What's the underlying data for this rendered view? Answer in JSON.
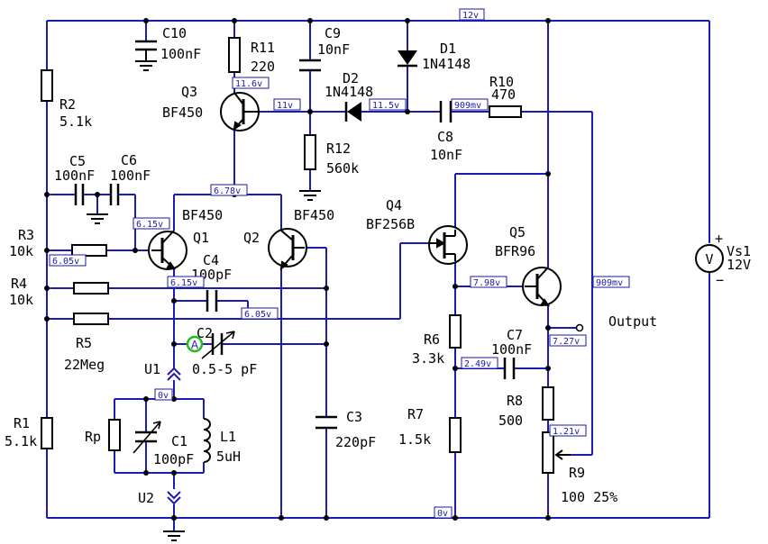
{
  "colors": {
    "wire": "#1a1ab4",
    "component": "#000000",
    "probe": "#22bb22",
    "voltage_box": "#1a1aa0"
  },
  "components": {
    "c10": {
      "name": "C10",
      "value": "100nF"
    },
    "r11": {
      "name": "R11",
      "value": "220"
    },
    "c9": {
      "name": "C9",
      "value": "10nF"
    },
    "d1": {
      "name": "D1",
      "value": "1N4148"
    },
    "d2": {
      "name": "D2",
      "value": "1N4148"
    },
    "r10": {
      "name": "R10",
      "value": "470"
    },
    "c8": {
      "name": "C8",
      "value": "10nF"
    },
    "r12": {
      "name": "R12",
      "value": "560k"
    },
    "q3": {
      "name": "Q3",
      "value": "BF450"
    },
    "r2": {
      "name": "R2",
      "value": "5.1k"
    },
    "c5": {
      "name": "C5",
      "value": "100nF"
    },
    "c6": {
      "name": "C6",
      "value": "100nF"
    },
    "q1": {
      "name": "Q1",
      "value": "BF450"
    },
    "q2": {
      "name": "Q2",
      "value": "BF450"
    },
    "q4": {
      "name": "Q4",
      "value": "BF256B"
    },
    "q5": {
      "name": "Q5",
      "value": "BFR96"
    },
    "r3": {
      "name": "R3",
      "value": "10k"
    },
    "r4": {
      "name": "R4",
      "value": "10k"
    },
    "r5": {
      "name": "R5",
      "value": "22Meg"
    },
    "c4": {
      "name": "C4",
      "value": "100pF"
    },
    "c2": {
      "name": "C2",
      "value": "0.5-5 pF"
    },
    "u1": {
      "name": "U1"
    },
    "u2": {
      "name": "U2"
    },
    "rp": {
      "name": "Rp"
    },
    "c1": {
      "name": "C1",
      "value": "100pF"
    },
    "l1": {
      "name": "L1",
      "value": "5uH"
    },
    "r1": {
      "name": "R1",
      "value": "5.1k"
    },
    "c3": {
      "name": "C3",
      "value": "220pF"
    },
    "r6": {
      "name": "R6",
      "value": "3.3k"
    },
    "r7": {
      "name": "R7",
      "value": "1.5k"
    },
    "c7": {
      "name": "C7",
      "value": "100nF"
    },
    "r8": {
      "name": "R8",
      "value": "500"
    },
    "r9": {
      "name": "R9",
      "value": "100 25%"
    },
    "vs1": {
      "name": "Vs1",
      "value": "12V",
      "plus": "+",
      "minus": "−"
    }
  },
  "output_label": "Output",
  "probe_label": "A",
  "voltmeter_symbol": "V",
  "voltages": {
    "v_12v": "12v",
    "v_11_6v": "11.6v",
    "v_11v": "11v",
    "v_11_5v": "11.5v",
    "v_909mv_top": "909mv",
    "v_6_78v": "6.78v",
    "v_6_15v_q1": "6.15v",
    "v_6_05v_r3": "6.05v",
    "v_6_15v_c4": "6.15v",
    "v_6_05v_c4": "6.05v",
    "v_0v_tank": "0v",
    "v_7_98v": "7.98v",
    "v_909mv_right": "909mv",
    "v_7_27v": "7.27v",
    "v_2_49v": "2.49v",
    "v_1_21v": "1.21v",
    "v_0v_bottom": "0v"
  }
}
